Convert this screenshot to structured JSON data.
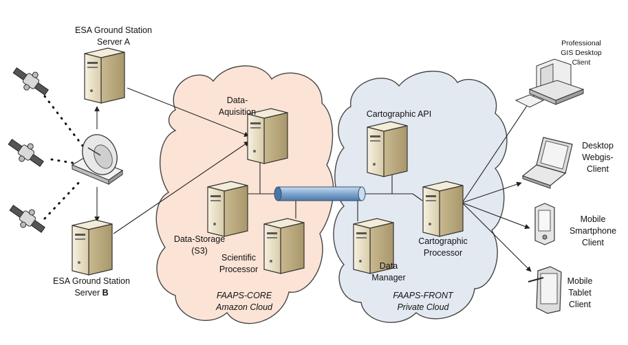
{
  "stations": {
    "a": {
      "line1": "ESA Ground Station",
      "line2": "Server A"
    },
    "b": {
      "line1": "ESA Ground Station",
      "line2": "Server ",
      "bold_suffix": "B"
    }
  },
  "core": {
    "nodes": {
      "acq": {
        "line1": "Data-",
        "line2": "Aquisition"
      },
      "storage": {
        "line1": "Data-Storage",
        "line2": "(S3)"
      },
      "sci": {
        "line1": "Scientific",
        "line2": "Processor"
      }
    },
    "cloud": {
      "line1": "FAAPS-CORE",
      "line2": "Amazon Cloud"
    }
  },
  "front": {
    "nodes": {
      "api": {
        "label": "Cartographic API"
      },
      "dm": {
        "line1": "Data",
        "line2": "Manager"
      },
      "cp": {
        "line1": "Cartographic",
        "line2": "Processor"
      }
    },
    "cloud": {
      "line1": "FAAPS-FRONT",
      "line2": "Private Cloud"
    }
  },
  "clients": {
    "gis": {
      "line1": "Professional",
      "line2": "GIS Desktop",
      "line3": "Client"
    },
    "webgis": {
      "line1": "Desktop",
      "line2": "Webgis-",
      "line3": "Client"
    },
    "phone": {
      "line1": "Mobile",
      "line2": "Smartphone",
      "line3": "Client"
    },
    "tablet": {
      "line1": "Mobile",
      "line2": "Tablet",
      "line3": "Client"
    }
  },
  "colors": {
    "core_cloud": "#fbe3d6",
    "front_cloud": "#e3e9f1",
    "server_body": "#efe6cf",
    "pipe": "#7fa6cf"
  }
}
